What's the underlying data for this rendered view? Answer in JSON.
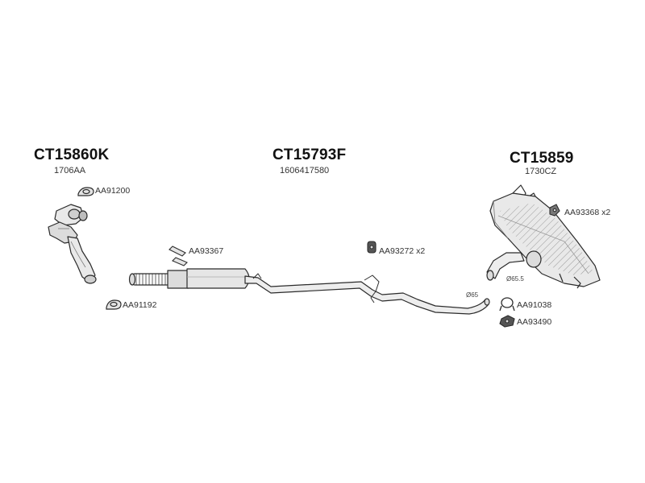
{
  "groups": [
    {
      "title": "CT15860K",
      "ref": "1706AA"
    },
    {
      "title": "CT15793F",
      "ref": "1606417580"
    },
    {
      "title": "CT15859",
      "ref": "1730CZ"
    }
  ],
  "accessories": {
    "a1": "AA91200",
    "a2": "AA91192",
    "a3": "AA93367",
    "a4": "AA93272 x2",
    "a5": "AA93368 x2",
    "a6": "AA91038",
    "a7": "AA93490"
  },
  "dimensions": {
    "d1": "Ø65",
    "d2": "Ø65.5"
  },
  "colors": {
    "line": "#2b2b2b",
    "fill": "#e9e9e9",
    "fill_dark": "#bdbdbd"
  }
}
